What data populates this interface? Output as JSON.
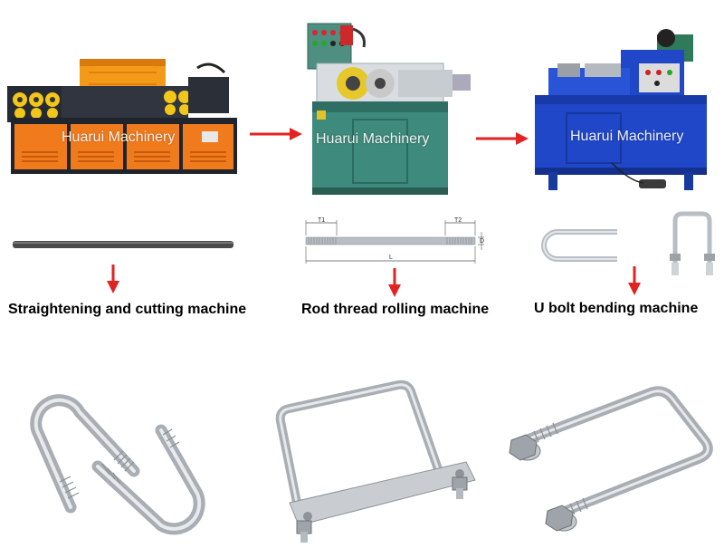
{
  "brand_watermark": "Huarui Machinery",
  "steps": [
    {
      "caption": "Straightening and cutting machine",
      "watermark": "Huarui Machinery"
    },
    {
      "caption": "Rod thread rolling machine",
      "watermark": "Huarui Machinery"
    },
    {
      "caption": "U bolt bending machine",
      "watermark": "Huarui Machinery"
    }
  ],
  "rod_drawing": {
    "t1": "T1",
    "t2": "T2",
    "d": "D",
    "l": "L"
  },
  "colors": {
    "arrow": "#e32222",
    "machine1_body": "#2a2f3a",
    "machine1_panel": "#f07b1d",
    "machine2_body": "#3e8a7c",
    "machine3_body": "#1f47c8",
    "steel": "#b9bec4"
  },
  "icons": [
    "right-arrow-icon",
    "down-arrow-icon"
  ]
}
